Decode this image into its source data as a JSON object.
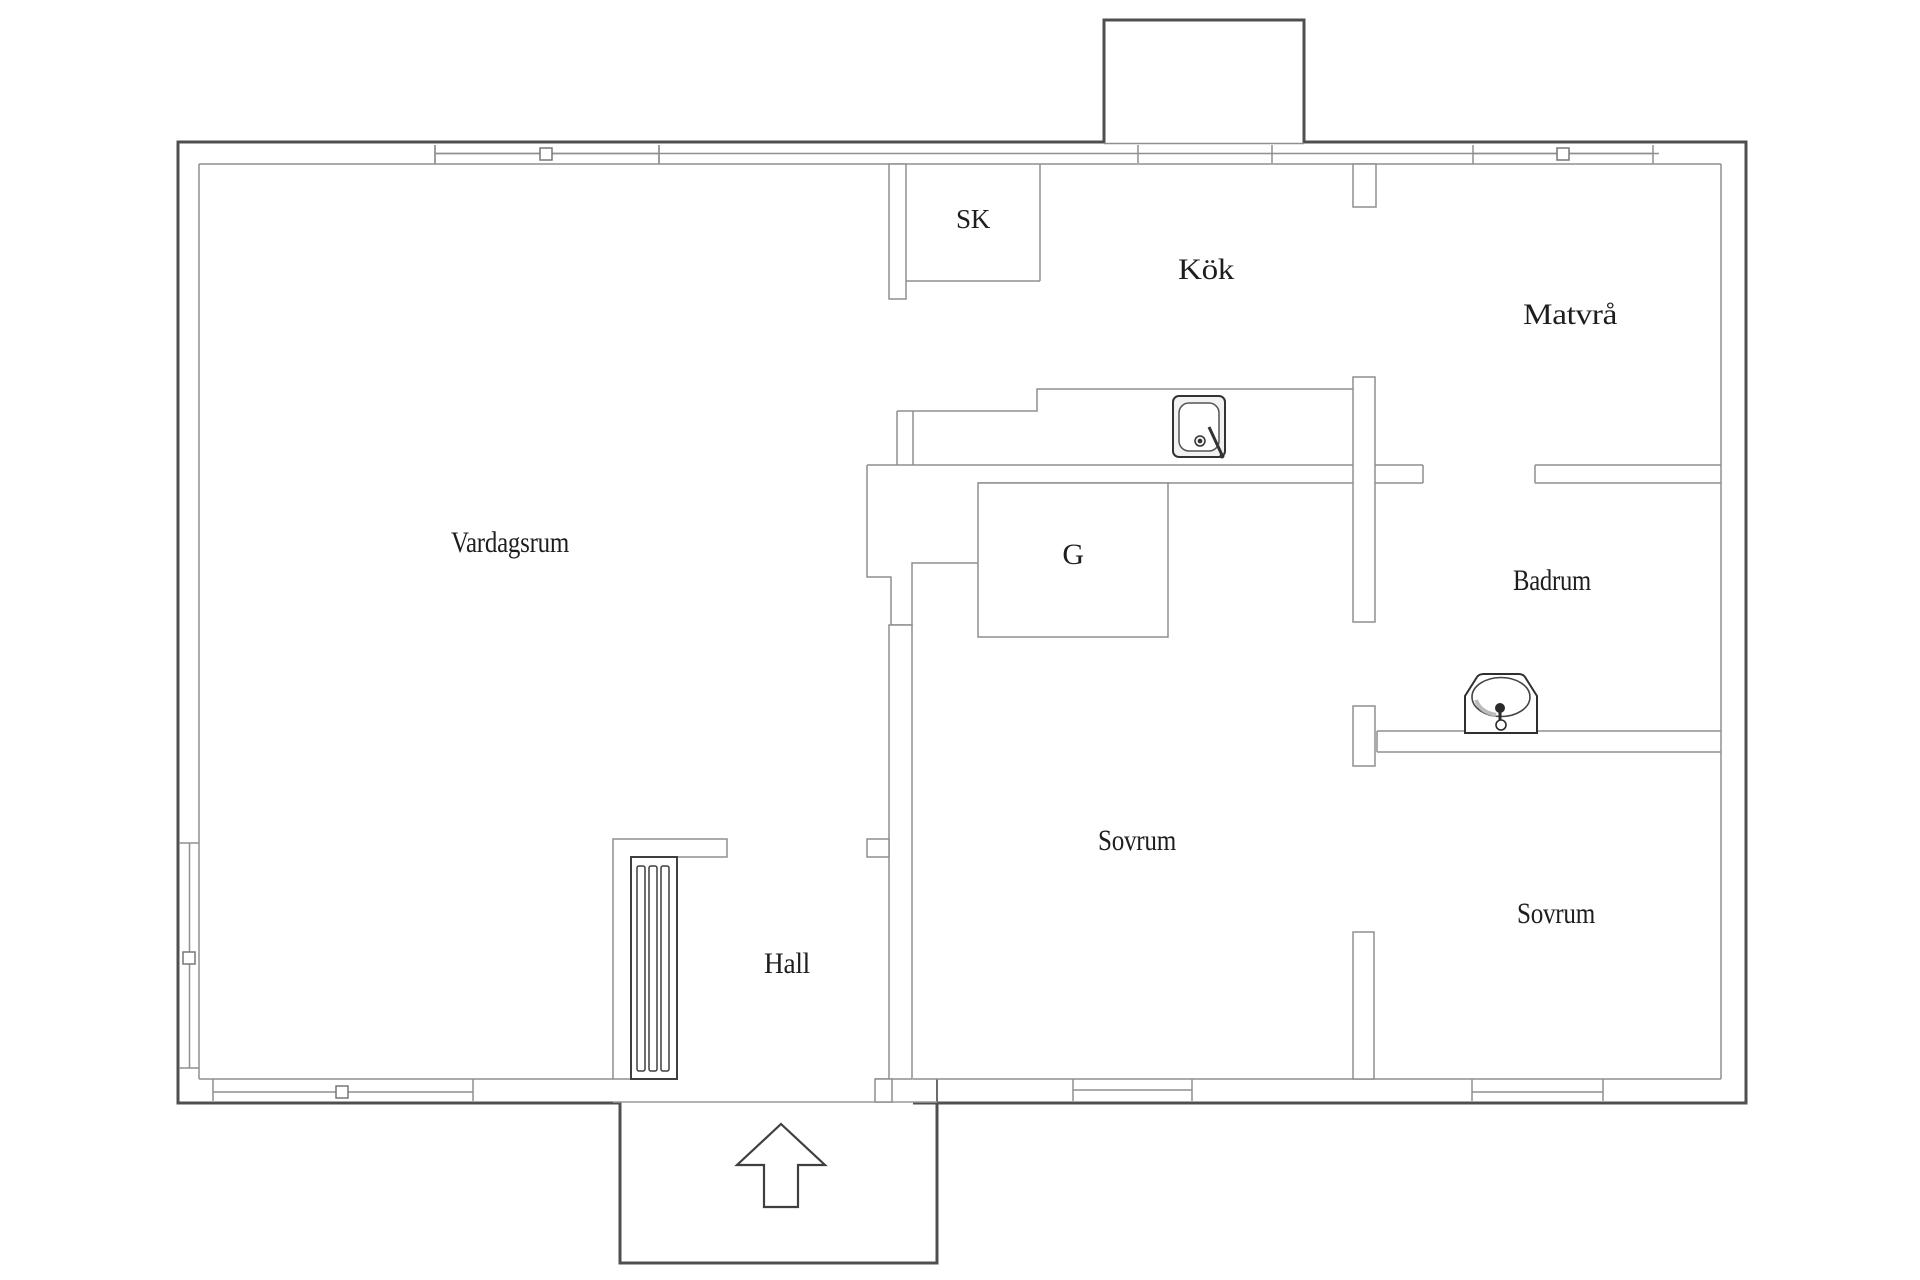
{
  "floorplan": {
    "type": "apartment-floorplan",
    "rooms": [
      {
        "id": "vardagsrum",
        "label": "Vardagsrum"
      },
      {
        "id": "sk",
        "label": "SK"
      },
      {
        "id": "kok",
        "label": "Kök"
      },
      {
        "id": "matvra",
        "label": "Matvrå"
      },
      {
        "id": "g",
        "label": "G"
      },
      {
        "id": "badrum",
        "label": "Badrum"
      },
      {
        "id": "sovrum-mitt",
        "label": "Sovrum"
      },
      {
        "id": "sovrum-hoger",
        "label": "Sovrum"
      },
      {
        "id": "hall",
        "label": "Hall"
      }
    ],
    "fixtures": [
      {
        "name": "kitchen-sink-icon"
      },
      {
        "name": "bathroom-sink-icon"
      },
      {
        "name": "radiator-icon"
      },
      {
        "name": "entrance-arrow-icon"
      },
      {
        "name": "window-marker",
        "count": 4
      }
    ],
    "colors": {
      "background": "#ffffff",
      "exterior_wall": "#4f4f4f",
      "interior_wall": "#8f8f8f",
      "outbuilding_wall": "#6b6b6b",
      "symbol_dark": "#333333",
      "text": "#1e1e1e"
    }
  }
}
